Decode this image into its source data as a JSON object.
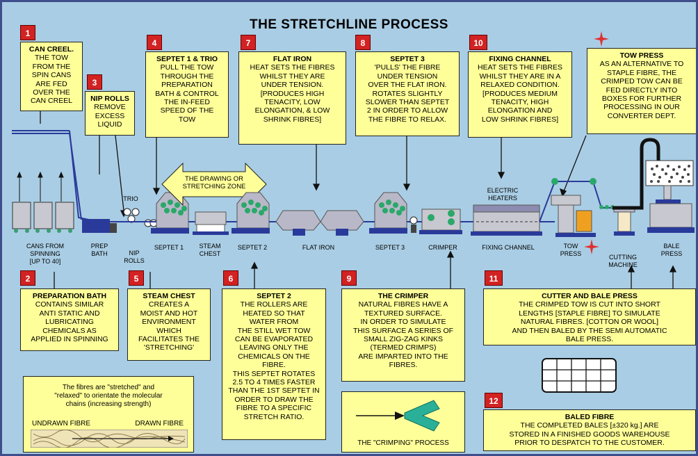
{
  "title": "THE STRETCHLINE PROCESS",
  "steps": [
    {
      "n": "1",
      "head": "CAN CREEL.",
      "text": "THE TOW\nFROM THE\nSPIN CANS\nARE FED\nOVER THE\nCAN CREEL"
    },
    {
      "n": "2",
      "head": "PREPARATION BATH",
      "text": "CONTAINS SIMILAR\nANTI STATIC AND\nLUBRICATING\nCHEMICALS AS\nAPPLIED IN SPINNING"
    },
    {
      "n": "3",
      "head": "NIP ROLLS",
      "text": "REMOVE\nEXCESS\nLIQUID"
    },
    {
      "n": "4",
      "head": "SEPTET 1 & TRIO",
      "text": "PULL THE TOW\nTHROUGH THE\nPREPARATION\nBATH & CONTROL\nTHE IN-FEED\nSPEED OF THE\nTOW"
    },
    {
      "n": "5",
      "head": "STEAM CHEST",
      "text": "CREATES A\nMOIST AND HOT\nENVIRONMENT\nWHICH\nFACILITATES THE\n'STRETCHING'"
    },
    {
      "n": "6",
      "head": "SEPTET 2",
      "text": "THE ROLLERS ARE\nHEATED SO THAT\nWATER FROM\nTHE STILL WET TOW\nCAN BE EVAPORATED\nLEAVING ONLY THE\nCHEMICALS ON THE\nFIBRE.\nTHIS SEPTET ROTATES\n2.5 TO 4 TIMES FASTER\nTHAN THE 1ST SEPTET IN\nORDER TO DRAW THE\nFIBRE TO A SPECIFIC\nSTRETCH RATIO."
    },
    {
      "n": "7",
      "head": "FLAT IRON",
      "text": "HEAT SETS THE FIBRES\nWHILST THEY ARE\nUNDER TENSION.\n[PRODUCES HIGH\nTENACITY, LOW\nELONGATION, & LOW\nSHRINK FIBRES]"
    },
    {
      "n": "8",
      "head": "SEPTET 3",
      "text": "'PULLS' THE FIBRE\nUNDER TENSION\nOVER THE FLAT IRON.\nROTATES SLIGHTLY\nSLOWER THAN SEPTET\n2 IN ORDER TO ALLOW\nTHE FIBRE TO RELAX."
    },
    {
      "n": "9",
      "head": "THE CRIMPER",
      "text": "NATURAL FIBRES HAVE A\nTEXTURED SURFACE.\nIN ORDER TO SIMULATE\nTHIS SURFACE A SERIES OF\nSMALL ZIG-ZAG KINKS\n(TERMED CRIMPS)\nARE IMPARTED INTO THE\nFIBRES."
    },
    {
      "n": "10",
      "head": "FIXING CHANNEL",
      "text": "HEAT SETS THE FIBRES\nWHILST THEY ARE IN A\nRELAXED CONDITION.\n[PRODUCES MEDIUM\nTENACITY, HIGH\nELONGATION AND\nLOW SHRINK FIBRES]"
    },
    {
      "n": "11",
      "head": "CUTTER AND BALE PRESS",
      "text": "THE CRIMPED TOW IS CUT INTO SHORT\nLENGTHS [STAPLE FIBRE] TO SIMULATE\nNATURAL FIBRES. [COTTON OR WOOL]\nAND THEN BALED BY THE SEMI AUTOMATIC\nBALE PRESS."
    },
    {
      "n": "12",
      "head": "BALED FIBRE",
      "text": "THE COMPLETED BALES [±320 kg.] ARE\nSTORED IN A FINISHED GOODS WAREHOUSE\nPRIOR TO DESPATCH TO THE CUSTOMER."
    },
    {
      "n": "",
      "head": "TOW PRESS",
      "text": "AS AN ALTERNATIVE TO\nSTAPLE FIBRE, THE\nCRIMPED TOW CAN BE\nFED DIRECTLY INTO\nBOXES FOR FURTHER\nPROCESSING IN OUR\nCONVERTER DEPT."
    }
  ],
  "machine_labels": {
    "cans": "CANS FROM\nSPINNING\n[UP TO 40]",
    "prep": "PREP\nBATH",
    "trio": "TRIO",
    "nip": "NIP\nROLLS",
    "septet1": "SEPTET  1",
    "steam": "STEAM\nCHEST",
    "septet2": "SEPTET  2",
    "flatiron": "FLAT IRON",
    "septet3": "SEPTET  3",
    "crimper": "CRIMPER",
    "fixing": "FIXING  CHANNEL",
    "heaters": "ELECTRIC\nHEATERS",
    "towpress": "TOW\nPRESS",
    "cutting": "CUTTING\nMACHINE",
    "bale": "BALE\nPRESS"
  },
  "drawing_zone": "THE DRAWING OR\nSTRETCHING  ZONE",
  "stretch_note": {
    "text": "The fibres are \"stretched\" and\n\"relaxed\" to orientate the molecular\nchains (increasing strength)",
    "undrawn": "UNDRAWN FIBRE",
    "drawn": "DRAWN FIBRE"
  },
  "crimping_caption": "THE \"CRIMPING\" PROCESS",
  "colors": {
    "background": "#a9cde4",
    "box": "#ffff99",
    "badge": "#d22222",
    "machine": "#b8b8c8",
    "base": "#2a3a9a",
    "roller": "#2aa86a"
  }
}
